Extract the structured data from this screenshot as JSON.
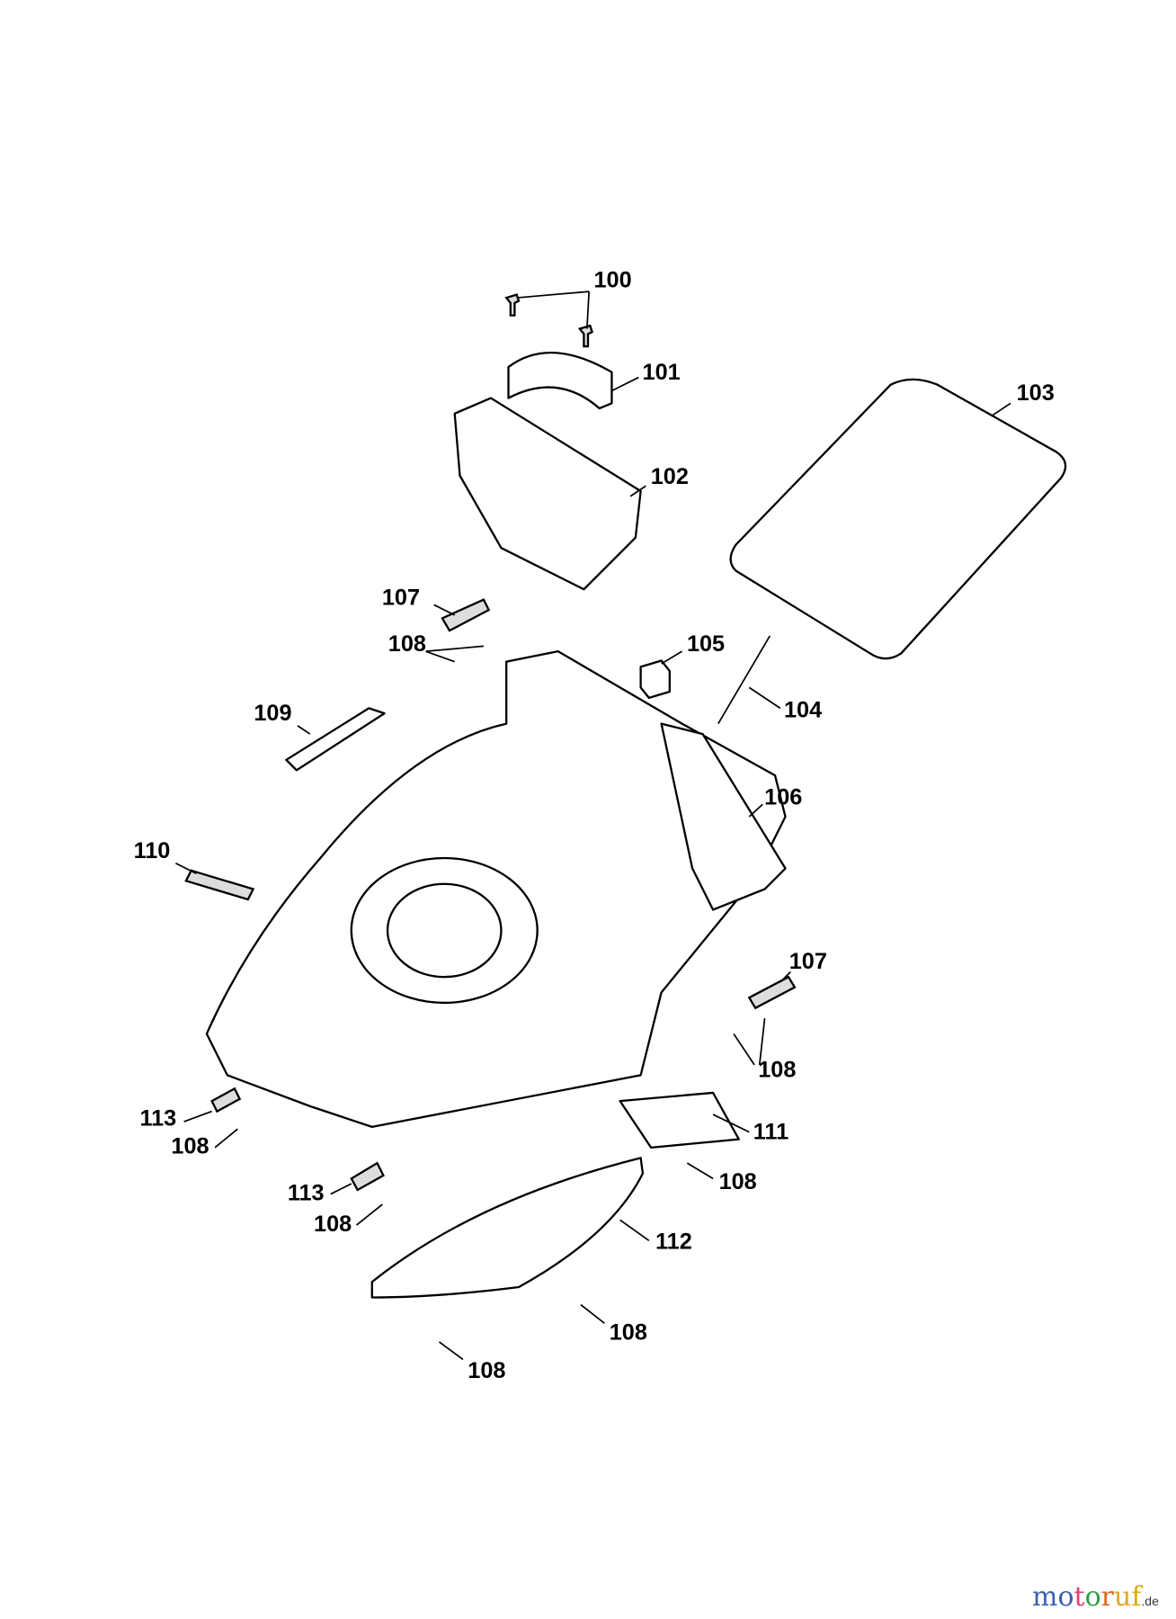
{
  "diagram": {
    "labels": [
      "100",
      "101",
      "103",
      "102",
      "107",
      "108",
      "105",
      "104",
      "109",
      "106",
      "110",
      "107",
      "108",
      "113",
      "108",
      "111",
      "108",
      "113",
      "108",
      "112",
      "108",
      "108"
    ]
  },
  "watermark": {
    "text": "motoruf",
    "suffix": ".de",
    "colors": [
      "#3a5fb0",
      "#3a5fb0",
      "#e0407a",
      "#2f9e44",
      "#e06b1f",
      "#e0a81f",
      "#d4b000"
    ]
  }
}
